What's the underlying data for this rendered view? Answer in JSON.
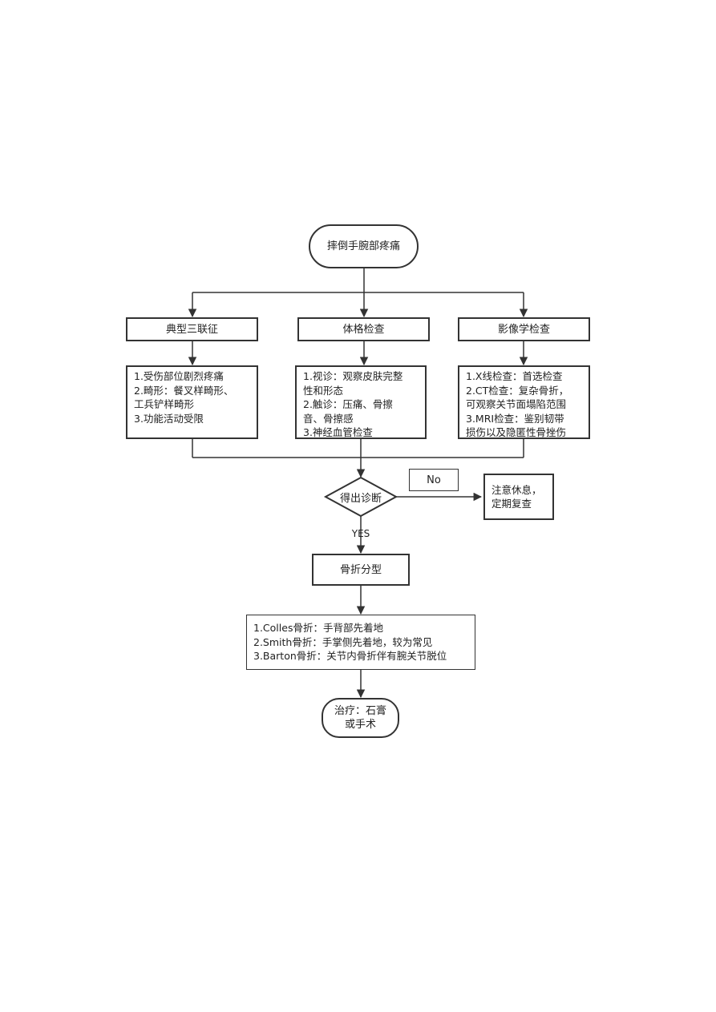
{
  "start": {
    "label": "摔倒手腕部疼痛"
  },
  "categories": {
    "typical": "典型三联征",
    "physical": "体格检查",
    "imaging": "影像学检查"
  },
  "details": {
    "typical": [
      "1.受伤部位剧烈疼痛",
      "2.畸形：餐叉样畸形、",
      "工兵铲样畸形",
      "3.功能活动受限"
    ],
    "physical": [
      "1.视诊：观察皮肤完整",
      "性和形态",
      "2.触诊：压痛、骨擦",
      "音、骨擦感",
      "3.神经血管检查"
    ],
    "imaging": [
      "1.X线检查：首选检查",
      "2.CT检查：复杂骨折，",
      "可观察关节面塌陷范围",
      "3.MRI检查：鉴别韧带",
      "损伤以及隐匿性骨挫伤"
    ]
  },
  "decision": {
    "label": "得出诊断",
    "no": "No",
    "yes": "YES"
  },
  "rest": {
    "lines": [
      "注意休息，",
      "定期复查"
    ]
  },
  "classification": {
    "label": "骨折分型"
  },
  "types": [
    "1.Colles骨折：手背部先着地",
    "2.Smith骨折：手掌侧先着地，较为常见",
    "3.Barton骨折：关节内骨折伴有腕关节脱位"
  ],
  "treatment": {
    "lines": [
      "治疗：石膏",
      "或手术"
    ]
  }
}
